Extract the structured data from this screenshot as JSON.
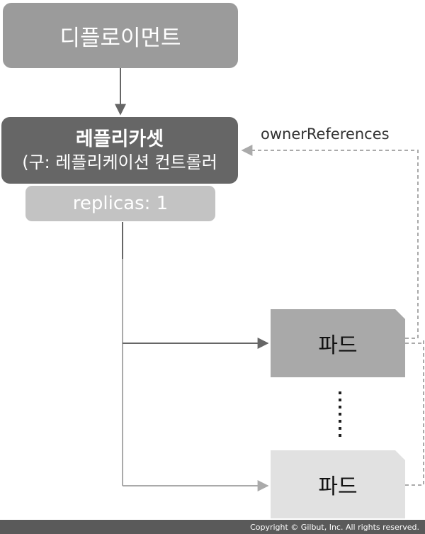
{
  "diagram": {
    "deployment": {
      "label": "디플로이먼트"
    },
    "replicaset": {
      "title": "레플리카셋",
      "subtitle": "(구: 레플리케이션 컨트롤러"
    },
    "replicas": {
      "label": "replicas: 1"
    },
    "owner_references": {
      "label": "ownerReferences"
    },
    "pods": [
      {
        "label": "파드"
      },
      {
        "label": "파드"
      }
    ]
  },
  "footer": {
    "copyright": "Copyright © Gilbut, Inc. All rights reserved."
  },
  "colors": {
    "deployment": "#9b9b9b",
    "replicaset": "#666666",
    "replicas": "#c3c3c3",
    "pod_active": "#a9a9a9",
    "pod_inactive": "#e1e1e1",
    "arrow": "#666666",
    "dashed": "#aaaaaa"
  }
}
